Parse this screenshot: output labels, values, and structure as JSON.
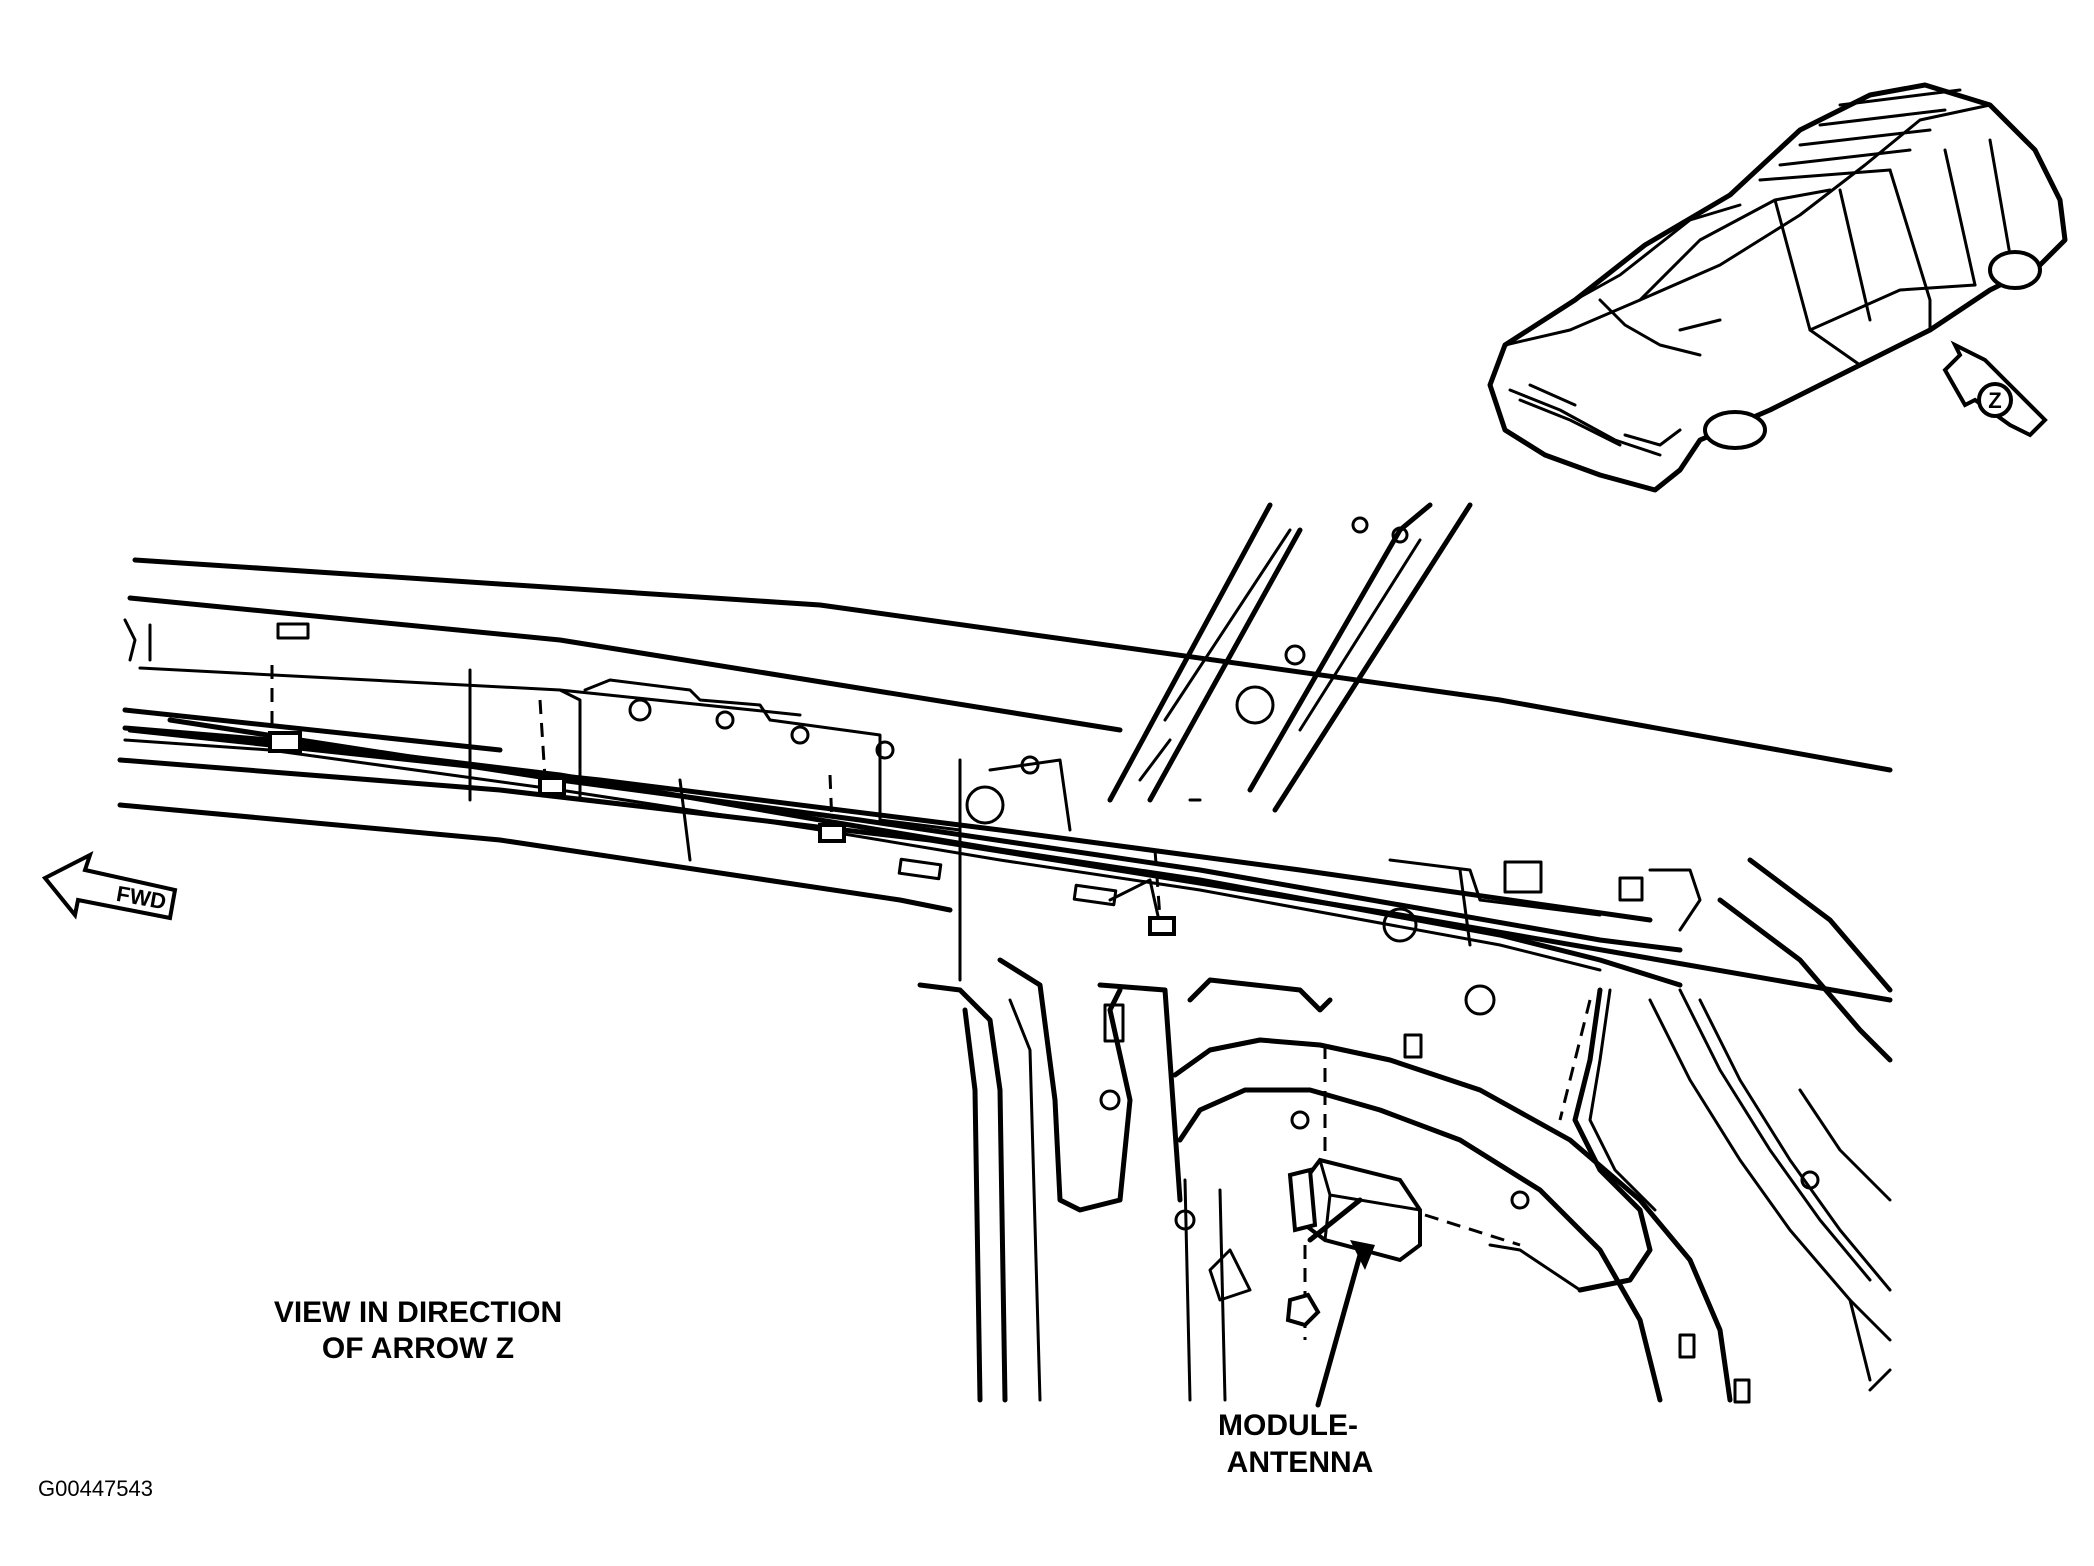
{
  "labels": {
    "view_line1": "VIEW IN DIRECTION",
    "view_line2": "OF ARROW Z",
    "module_line1": "MODULE-",
    "module_line2": "ANTENNA",
    "fwd_arrow": "FWD",
    "arrow_z": "Z",
    "figure_id": "G00447543"
  }
}
